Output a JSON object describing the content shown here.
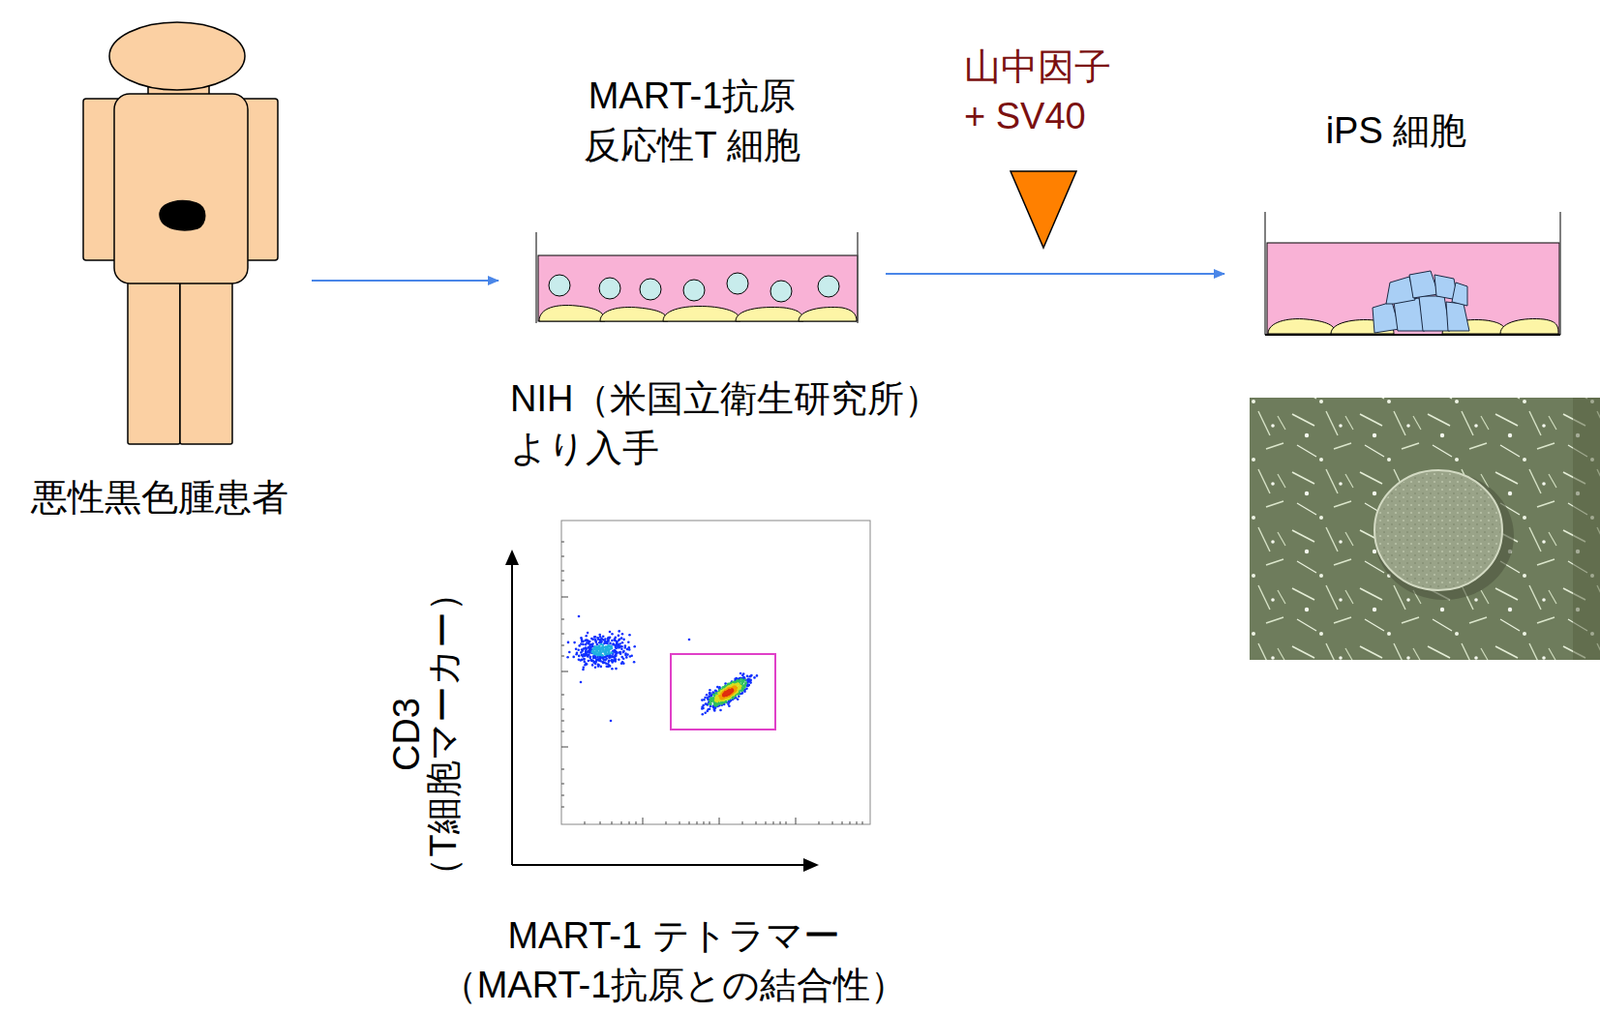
{
  "diagram": {
    "nodes": [
      {
        "text": [
          "悪性黒色腫患者"
        ]
      },
      {
        "text": [
          "MART-1抗原 反応性T 細胞"
        ]
      },
      {
        "text": [
          "iPS 細胞"
        ]
      }
    ],
    "edges": [
      {
        "from": 0,
        "to": 1,
        "arrow": "to"
      },
      {
        "from": 1,
        "to": 2,
        "arrow": "to",
        "label": "山中因子 + SV40"
      }
    ],
    "labels": [
      "NIH（米国立衛生研究所） より入手",
      "CD3",
      "（T細胞マーカー）",
      "MART-1 テトラマー",
      "（MART-1抗原との結合性）"
    ]
  }
}
